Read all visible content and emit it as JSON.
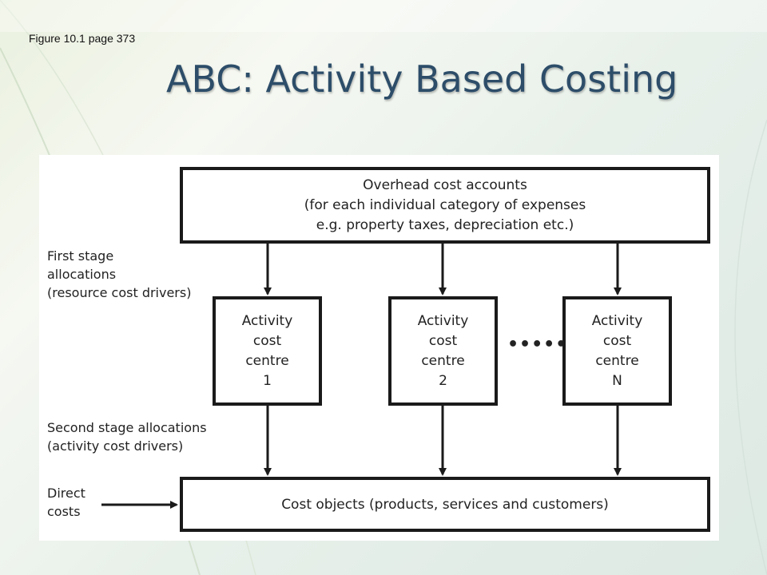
{
  "figure_ref": "Figure 10.1 page 373",
  "title": "ABC: Activity Based Costing",
  "diagram": {
    "overhead": {
      "lines": [
        "Overhead cost accounts",
        "(for each individual category of expenses",
        "e.g. property taxes, depreciation etc.)"
      ]
    },
    "activities": [
      {
        "lines": [
          "Activity",
          "cost",
          "centre",
          "1"
        ]
      },
      {
        "lines": [
          "Activity",
          "cost",
          "centre",
          "2"
        ]
      },
      {
        "lines": [
          "Activity",
          "cost",
          "centre",
          "N"
        ]
      }
    ],
    "ellipsis": "•••••",
    "cost_objects": "Cost objects (products, services and customers)",
    "labels": {
      "first_stage": [
        "First stage",
        "allocations",
        "(resource cost drivers)"
      ],
      "second_stage": [
        "Second stage allocations",
        "(activity cost drivers)"
      ],
      "direct_costs": [
        "Direct",
        "costs"
      ]
    }
  }
}
